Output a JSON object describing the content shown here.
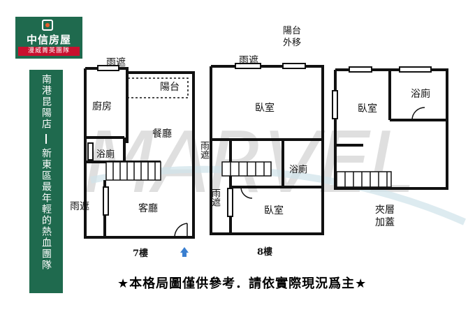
{
  "brand": {
    "name": "中信房屋",
    "slogan": "漫威菁英團隊"
  },
  "sidebar": {
    "branch": "南港昆陽店",
    "tagline": "新東區最年輕的熱血團隊"
  },
  "watermark": "MARVEL",
  "floors": {
    "f7": {
      "label": "7樓",
      "rooms": {
        "kitchen": "廚房",
        "dining": "餐廳",
        "balcony": "陽台",
        "bath": "浴廁",
        "living": "客廳",
        "canopy_top": "雨遮",
        "canopy_left": "雨遮"
      }
    },
    "f8": {
      "label": "8樓",
      "rooms": {
        "bedroom_top": "臥室",
        "bath": "浴廁",
        "bedroom_bottom": "臥室",
        "canopy_top": "雨遮",
        "canopy_mid": "雨遮",
        "canopy_bottom": "雨遮",
        "balcony_moved": "陽台外移"
      }
    },
    "f9": {
      "rooms": {
        "bedroom": "臥室",
        "bath": "浴廁",
        "mezzanine": "夾層加蓋"
      }
    }
  },
  "footer": "★本格局圖僅供參考．請依實際現況爲主★",
  "colors": {
    "brand_green": "#1f6a4e",
    "brand_red": "#c8102e",
    "wall": "#111111",
    "entry_arrow": "#3a7fd0"
  }
}
